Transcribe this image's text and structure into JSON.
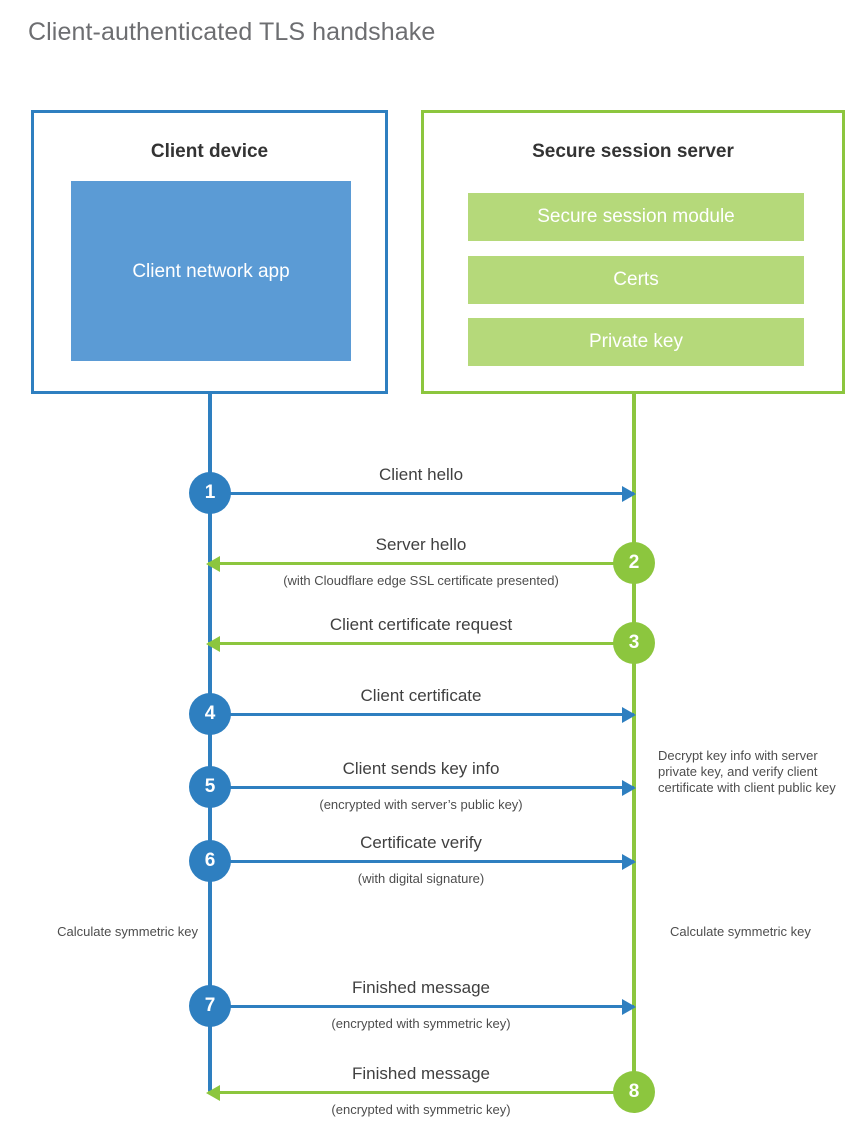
{
  "page": {
    "title": "Client-authenticated TLS handshake"
  },
  "colors": {
    "client_accent": "#2E7FC0",
    "client_fill": "#5B9BD5",
    "server_accent": "#8CC63E",
    "server_fill": "#B5D97A",
    "title_text": "#6d6e71",
    "body_text": "#404040",
    "background": "#ffffff"
  },
  "client": {
    "title": "Client device",
    "app_label": "Client network app"
  },
  "server": {
    "title": "Secure session server",
    "components": [
      {
        "label": "Secure session module"
      },
      {
        "label": "Certs"
      },
      {
        "label": "Private key"
      }
    ]
  },
  "steps": [
    {
      "number": "1",
      "direction": "client-to-server",
      "label": "Client hello",
      "sublabel": ""
    },
    {
      "number": "2",
      "direction": "server-to-client",
      "label": "Server hello",
      "sublabel": "(with Cloudflare edge SSL certificate presented)"
    },
    {
      "number": "3",
      "direction": "server-to-client",
      "label": "Client certificate request",
      "sublabel": ""
    },
    {
      "number": "4",
      "direction": "client-to-server",
      "label": "Client certificate",
      "sublabel": ""
    },
    {
      "number": "5",
      "direction": "client-to-server",
      "label": "Client sends key info",
      "sublabel": "(encrypted with server’s public key)"
    },
    {
      "number": "6",
      "direction": "client-to-server",
      "label": "Certificate verify",
      "sublabel": "(with digital signature)"
    },
    {
      "number": "7",
      "direction": "client-to-server",
      "label": "Finished message",
      "sublabel": "(encrypted with symmetric key)"
    },
    {
      "number": "8",
      "direction": "server-to-client",
      "label": "Finished message",
      "sublabel": "(encrypted with symmetric key)"
    }
  ],
  "notes": {
    "decrypt": "Decrypt key info with server private key, and verify client certificate with client public key",
    "calculate_symmetric_key_client": "Calculate symmetric key",
    "calculate_symmetric_key_server": "Calculate symmetric key"
  }
}
